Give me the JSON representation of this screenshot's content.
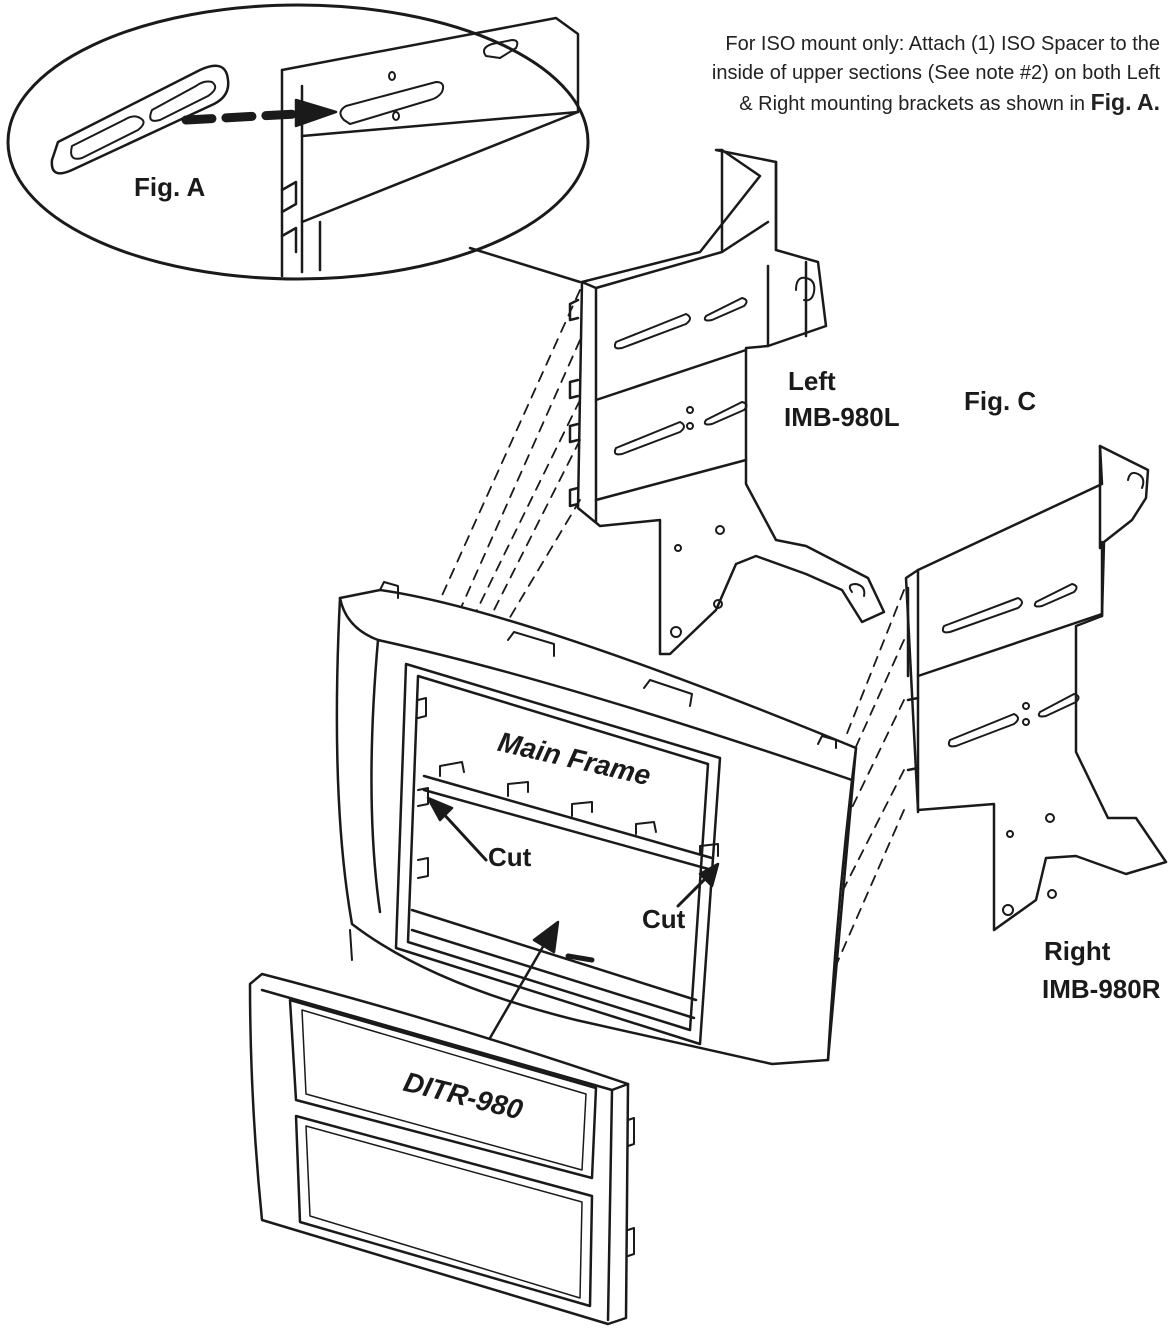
{
  "instruction": {
    "line1": "For ISO mount only:  Attach (1) ISO Spacer to the",
    "line2": "inside of upper sections (See note #2) on both Left",
    "line3_prefix": "& Right mounting brackets as shown in",
    "line3_bold": "Fig. A."
  },
  "labels": {
    "fig_a": "Fig. A",
    "fig_c": "Fig. C",
    "left_title": "Left",
    "left_part": "IMB-980L",
    "right_title": "Right",
    "right_part": "IMB-980R",
    "main_frame": "Main Frame",
    "cut_left": "Cut",
    "cut_right": "Cut",
    "trim_part": "DITR-980"
  },
  "colors": {
    "line": "#1a1a1a",
    "panel_fill": "#ffffff"
  }
}
